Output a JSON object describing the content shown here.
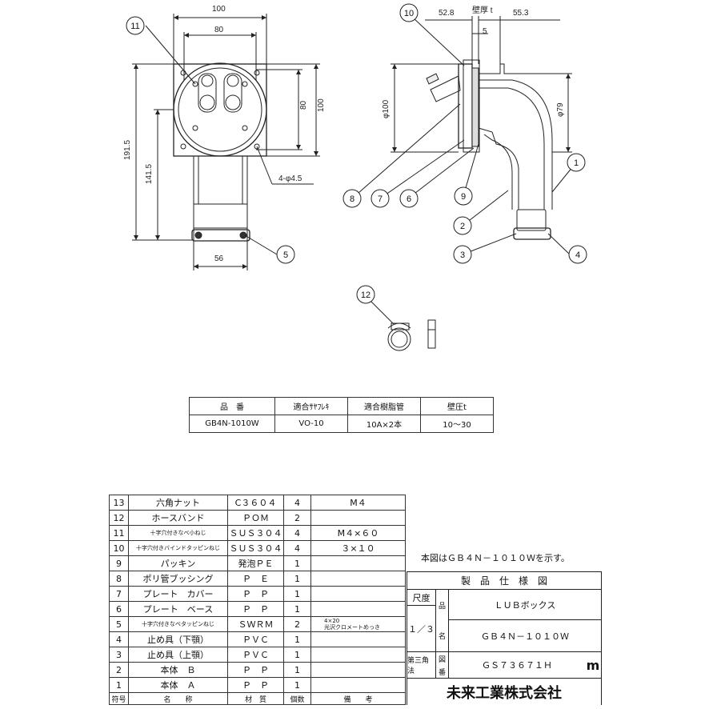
{
  "drawing": {
    "front": {
      "dims": {
        "w100": "100",
        "w80": "80",
        "h80": "80",
        "h100": "100",
        "h191": "191.5",
        "h141": "141.5",
        "w56": "56",
        "holes": "4-φ4.5"
      }
    },
    "side": {
      "dims": {
        "d52": "52.8",
        "wall": "壁厚 t",
        "d5": "5",
        "d55": "55.3",
        "phi100": "φ100",
        "phi79": "φ79"
      }
    },
    "balloons": [
      "1",
      "2",
      "3",
      "4",
      "5",
      "6",
      "7",
      "8",
      "9",
      "10",
      "11",
      "12"
    ]
  },
  "spec_table": {
    "headers": [
      "品　番",
      "適合ｻﾔﾌﾚｷ",
      "適合樹脂管",
      "壁圧t"
    ],
    "row": [
      "GB4N-1010W",
      "VO-10",
      "10A×2本",
      "10～30"
    ]
  },
  "parts": [
    {
      "no": "13",
      "name": "六角ナット",
      "mat": "C３６０４",
      "qty": "4",
      "note": "M４"
    },
    {
      "no": "12",
      "name": "ホースバンド",
      "mat": "ＰＯＭ",
      "qty": "2",
      "note": ""
    },
    {
      "no": "11",
      "name": "十字穴付きなべ小ねじ",
      "mat": "ＳＵＳ３０４",
      "qty": "4",
      "note": "M４×６０"
    },
    {
      "no": "10",
      "name": "十字穴付きバインドタッピンねじ",
      "mat": "ＳＵＳ３０４",
      "qty": "4",
      "note": "３×１０"
    },
    {
      "no": "9",
      "name": "パッキン",
      "mat": "発泡ＰＥ",
      "qty": "1",
      "note": ""
    },
    {
      "no": "8",
      "name": "ポリ管ブッシング",
      "mat": "Ｐ　Ｅ",
      "qty": "1",
      "note": ""
    },
    {
      "no": "7",
      "name": "プレート　カバー",
      "mat": "Ｐ　Ｐ",
      "qty": "1",
      "note": ""
    },
    {
      "no": "6",
      "name": "プレート　ベース",
      "mat": "Ｐ　Ｐ",
      "qty": "1",
      "note": ""
    },
    {
      "no": "5",
      "name": "十字穴付きなべタッピンねじ",
      "mat": "ＳＷＲＭ",
      "qty": "2",
      "note": "4×20\n光沢クロメートめっき"
    },
    {
      "no": "4",
      "name": "止め具（下顎）",
      "mat": "ＰＶＣ",
      "qty": "1",
      "note": ""
    },
    {
      "no": "3",
      "name": "止め具（上顎）",
      "mat": "ＰＶＣ",
      "qty": "1",
      "note": ""
    },
    {
      "no": "2",
      "name": "本体　Ｂ",
      "mat": "Ｐ　Ｐ",
      "qty": "1",
      "note": ""
    },
    {
      "no": "1",
      "name": "本体　Ａ",
      "mat": "Ｐ　Ｐ",
      "qty": "1",
      "note": ""
    }
  ],
  "parts_header": {
    "no": "符号",
    "name": "名　　称",
    "mat": "材　質",
    "qty": "個数",
    "note": "備　　考"
  },
  "note": "本図はＧＢ４Ｎ－１０１０Ｗを示す。",
  "title_block": {
    "title": "製　品　仕　様　図",
    "scale_label": "尺度",
    "scale": "１／３",
    "projection": "第三角法",
    "hin": "品",
    "mei": "名",
    "zu": "図",
    "ban": "番",
    "product": "ＬＵＢボックス",
    "model": "ＧＢ４Ｎ－１０１０Ｗ",
    "drawing_no": "ＧＳ７３６７１Ｈ",
    "company": "未来工業株式会社"
  }
}
